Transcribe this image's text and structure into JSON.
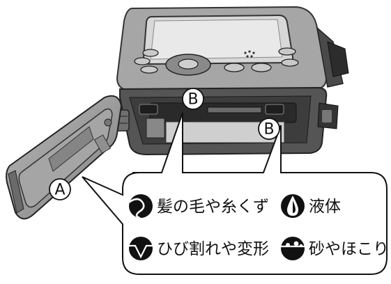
{
  "markers": {
    "a": "A",
    "b_top": "B",
    "b_right": "B"
  },
  "callout": {
    "items": [
      {
        "icon": "hair-icon",
        "text": "髪の毛や糸くず"
      },
      {
        "icon": "liquid-drop-icon",
        "text": "液体"
      },
      {
        "icon": "crack-icon",
        "text": "ひび割れや変形"
      },
      {
        "icon": "sand-dust-icon",
        "text": "砂やほこり"
      }
    ]
  }
}
